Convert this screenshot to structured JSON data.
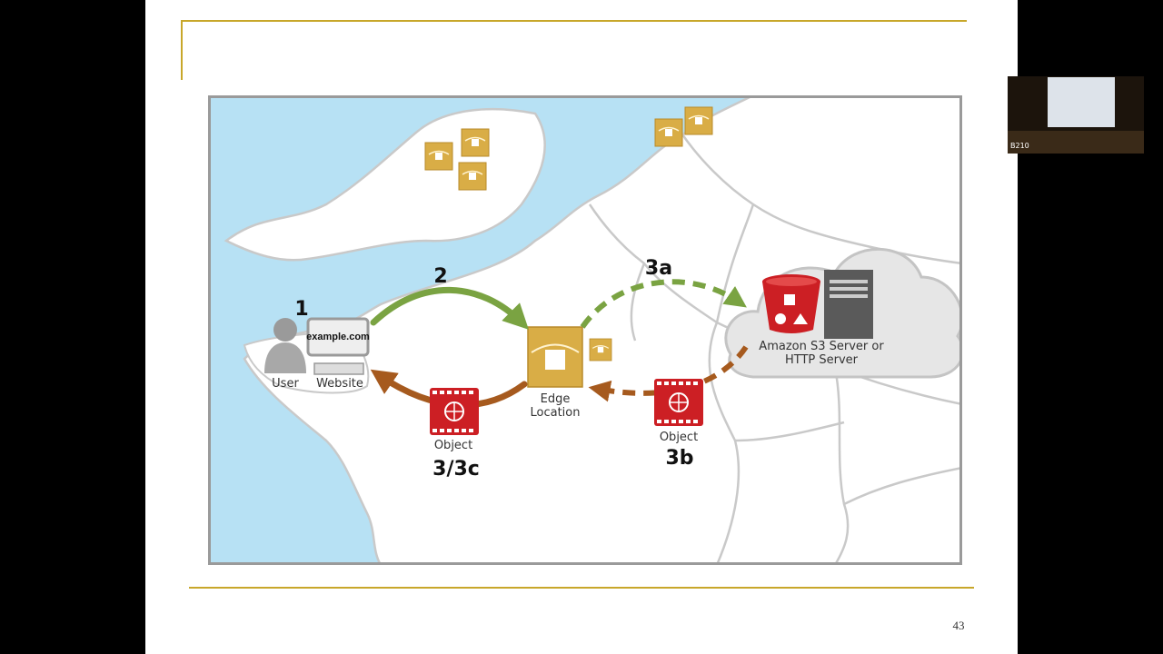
{
  "slide": {
    "page_number": "43"
  },
  "diagram": {
    "steps": {
      "s1": "1",
      "s2": "2",
      "s3a": "3a",
      "s3b": "3b",
      "s3c": "3/3c"
    },
    "labels": {
      "user": "User",
      "website": "Website",
      "website_screen": "example.com",
      "edge_location_line1": "Edge",
      "edge_location_line2": "Location",
      "origin_line1": "Amazon S3 Server or",
      "origin_line2": "HTTP Server",
      "object_left": "Object",
      "object_right": "Object"
    },
    "colors": {
      "sea": "#b7e1f4",
      "land": "#ffffff",
      "border": "#c9c9c9",
      "edge_gold": "#d9ad46",
      "request_green": "#7aa342",
      "response_brown": "#a65a1e",
      "object_red": "#cc1f24"
    }
  },
  "webcam": {
    "label": "B210"
  }
}
